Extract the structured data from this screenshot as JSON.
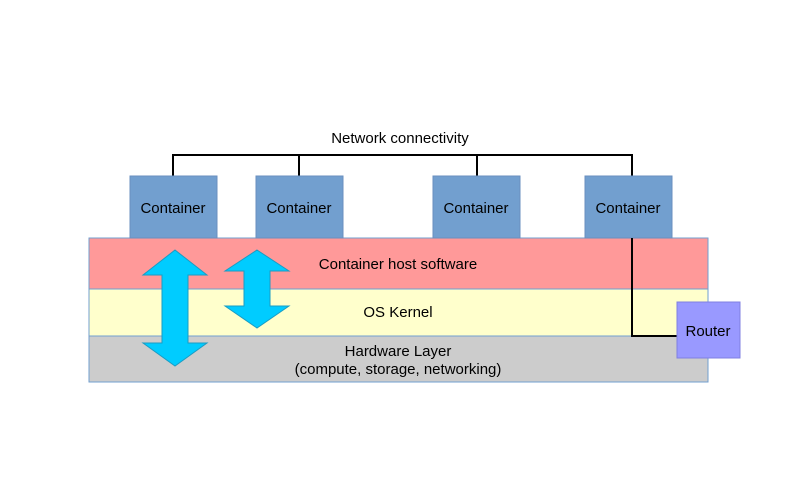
{
  "network": {
    "label": "Network connectivity"
  },
  "containers": [
    {
      "label": "Container"
    },
    {
      "label": "Container"
    },
    {
      "label": "Container"
    },
    {
      "label": "Container"
    }
  ],
  "layers": {
    "host_software": {
      "label": "Container host software",
      "color": "#ff9999"
    },
    "os_kernel": {
      "label": "OS Kernel",
      "color": "#ffffcc"
    },
    "hardware": {
      "line1": "Hardware Layer",
      "line2": "(compute, storage, networking)",
      "color": "#cccccc"
    }
  },
  "router": {
    "label": "Router",
    "color": "#9999ff"
  },
  "colors": {
    "container": "#729fcf",
    "arrow": "#00ccff",
    "line": "#000000"
  }
}
